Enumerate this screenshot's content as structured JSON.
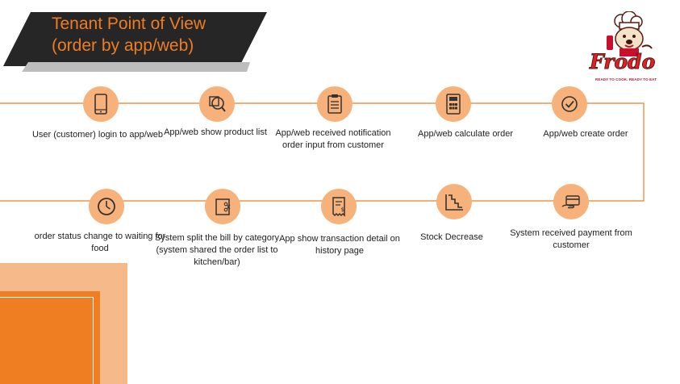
{
  "title": {
    "line1": "Tenant Point of View",
    "line2": "(order by app/web)"
  },
  "logo": {
    "brand": "Frodo",
    "tagline": "READY TO COOK. READY TO EAT"
  },
  "colors": {
    "accent": "#ef7d22",
    "circle_fill": "#f7b17a",
    "title_bg": "#262626",
    "decor_light": "#f5b98a"
  },
  "steps_row1": [
    {
      "icon": "phone-icon",
      "label": "User (customer) login to app/web"
    },
    {
      "icon": "product-search-icon",
      "label": "App/web show product list"
    },
    {
      "icon": "clipboard-icon",
      "label": "App/web received notification order input from customer"
    },
    {
      "icon": "calculator-icon",
      "label": "App/web calculate order"
    },
    {
      "icon": "checkmark-icon",
      "label": "App/web create order"
    }
  ],
  "steps_row2": [
    {
      "icon": "clock-icon",
      "label": "order status change to waiting for food"
    },
    {
      "icon": "split-bill-icon",
      "label": "System split the bill by category (system shared the order list to kitchen/bar)"
    },
    {
      "icon": "receipt-icon",
      "label": "App show transaction detail on history page"
    },
    {
      "icon": "stock-decrease-icon",
      "label": "Stock Decrease"
    },
    {
      "icon": "card-payment-icon",
      "label": "System received payment from customer"
    }
  ]
}
